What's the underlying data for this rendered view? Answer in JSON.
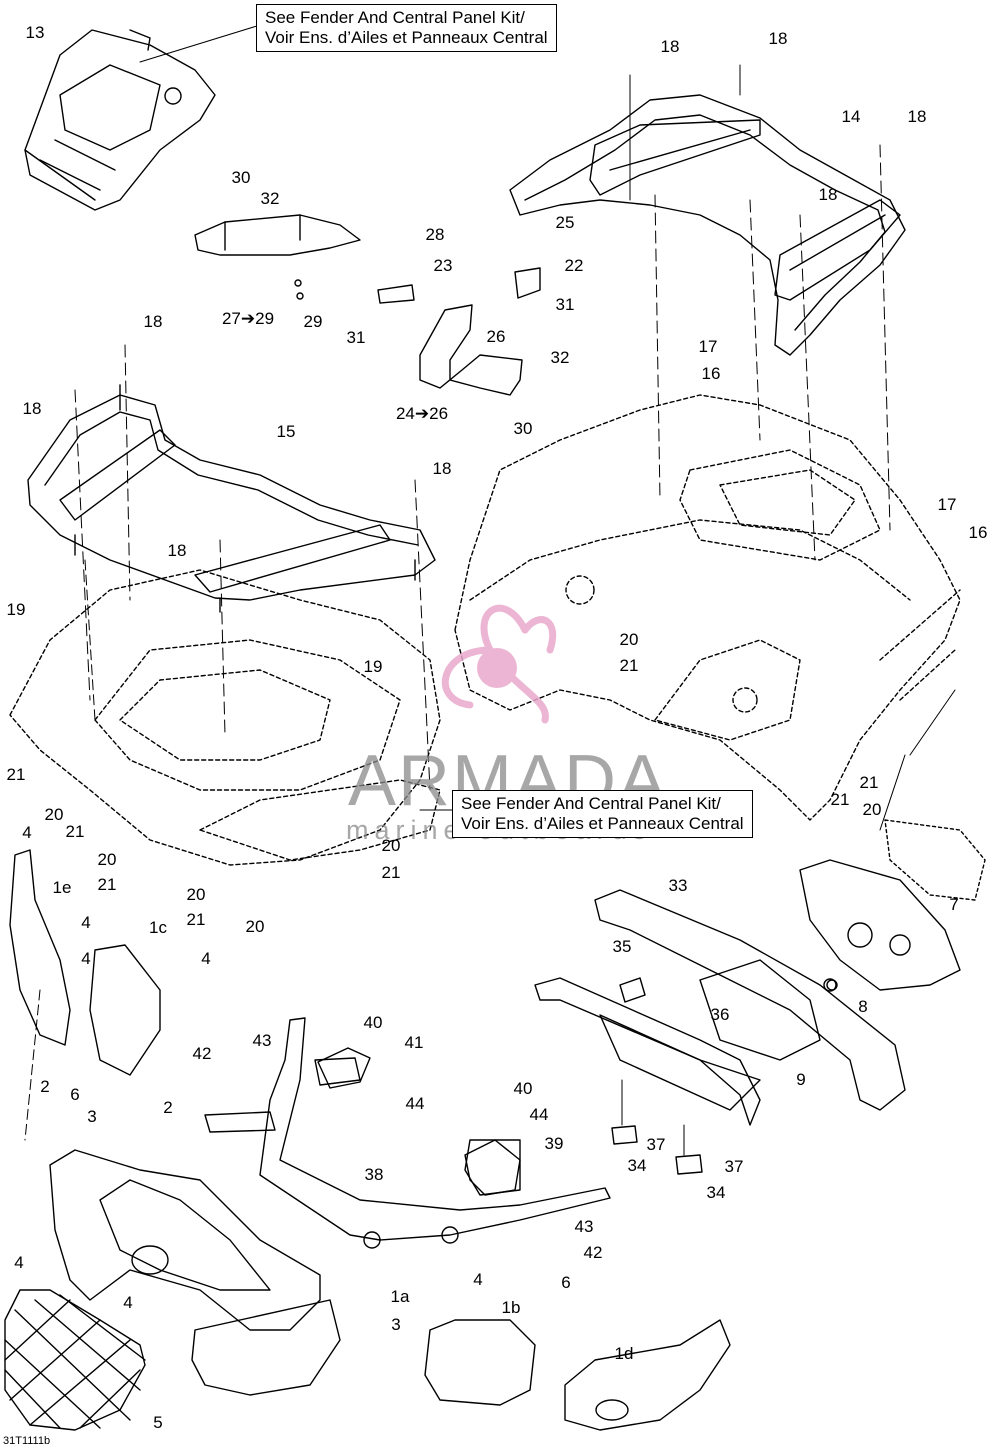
{
  "callouts": {
    "top": {
      "line1": "See Fender And Central Panel Kit/",
      "line2": "Voir Ens. d’Ailes et Panneaux Central"
    },
    "middle": {
      "line1": "See Fender And Central Panel Kit/",
      "line2": "Voir Ens. d’Ailes et Panneaux Central"
    }
  },
  "watermark": {
    "brand": "ARMADA",
    "tagline": "marine outboards",
    "colors": {
      "logo": "#e9a9cc",
      "text": "#8a8a8a"
    }
  },
  "doc_id": "31T1111b",
  "part_labels": [
    "13",
    "18",
    "18",
    "14",
    "18",
    "18",
    "30",
    "32",
    "28",
    "25",
    "23",
    "22",
    "27➔29",
    "29",
    "31",
    "31",
    "26",
    "32",
    "24➔26",
    "30",
    "18",
    "18",
    "15",
    "18",
    "17",
    "16",
    "18",
    "17",
    "16",
    "19",
    "19",
    "20",
    "21",
    "21",
    "20",
    "21",
    "20",
    "21",
    "20",
    "21",
    "20",
    "21",
    "20",
    "21",
    "20",
    "21",
    "4",
    "1e",
    "4",
    "1c",
    "4",
    "4",
    "6",
    "33",
    "35",
    "7",
    "36",
    "8",
    "9",
    "40",
    "41",
    "42",
    "43",
    "44",
    "40",
    "44",
    "39",
    "37",
    "34",
    "37",
    "34",
    "2",
    "3",
    "2",
    "38",
    "43",
    "42",
    "4",
    "1a",
    "3",
    "1b",
    "6",
    "4",
    "4",
    "1d",
    "5"
  ]
}
